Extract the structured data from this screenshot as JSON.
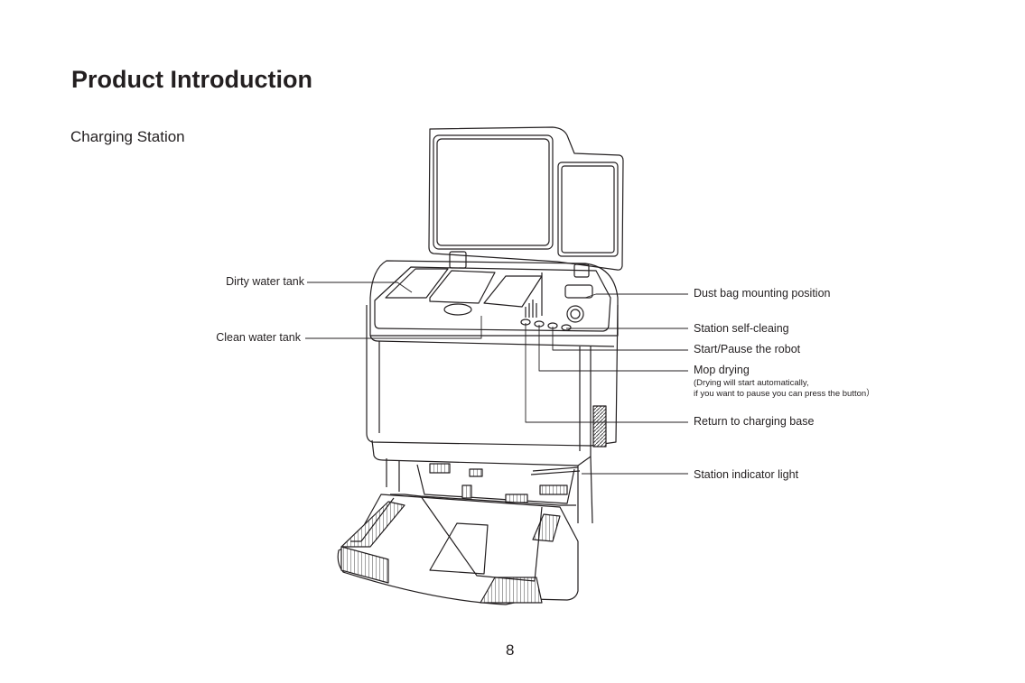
{
  "page": {
    "title": "Product Introduction",
    "subtitle": "Charging Station",
    "page_number": "8"
  },
  "labels": {
    "dirty_water_tank": "Dirty water tank",
    "clean_water_tank": "Clean water tank",
    "dust_bag_mounting": "Dust bag mounting position",
    "station_self_cleaning": "Station self-cleaing",
    "start_pause": "Start/Pause the robot",
    "mop_drying": "Mop drying",
    "mop_drying_note_1": "(Drying will start automatically,",
    "mop_drying_note_2": "if you want to pause you can press the button）",
    "return_to_base": "Return to charging base",
    "indicator_light": "Station indicator light"
  }
}
